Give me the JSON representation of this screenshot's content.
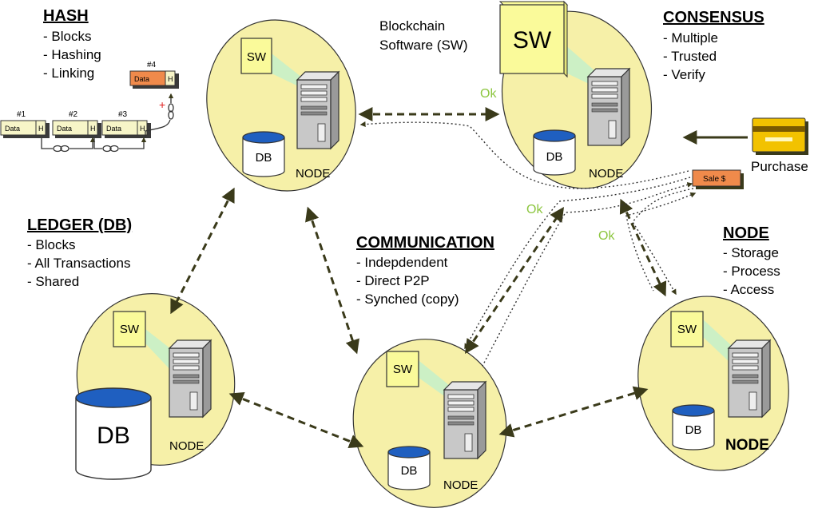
{
  "colors": {
    "node_fill": "#f6f0a8",
    "sw_fill": "#fafa9a",
    "db_top": "#1f5fc0",
    "ok_green": "#8cc63f",
    "data_orange": "#f08a4b",
    "block_fill": "#f7f5c8",
    "card_yellow": "#f2c200",
    "arrow": "#3a3a1a"
  },
  "icons": {
    "server": "server-tower-icon",
    "database": "database-cylinder-icon",
    "software": "software-box-icon",
    "card": "credit-card-icon",
    "link": "chain-link-icon"
  },
  "hash": {
    "title": "HASH",
    "items": [
      "- Blocks",
      "- Hashing",
      "- Linking"
    ],
    "blocks": [
      {
        "number": "#1",
        "data": "Data",
        "h": "H"
      },
      {
        "number": "#2",
        "data": "Data",
        "h": "H"
      },
      {
        "number": "#3",
        "data": "Data",
        "h": "H"
      },
      {
        "number": "#4",
        "data": "Data",
        "h": "H"
      }
    ],
    "plus": "+"
  },
  "software": {
    "caption_line1": "Blockchain",
    "caption_line2": "Software (SW)",
    "box_label": "SW"
  },
  "consensus": {
    "title": "CONSENSUS",
    "items": [
      "- Multiple",
      "- Trusted",
      "- Verify"
    ]
  },
  "ledger": {
    "title": "LEDGER (DB)",
    "items": [
      "- Blocks",
      "- All Transactions",
      "- Shared"
    ]
  },
  "communication": {
    "title": "COMMUNICATION",
    "items": [
      "- Indepdendent",
      "- Direct P2P",
      "- Synched (copy)"
    ]
  },
  "node_info": {
    "title": "NODE",
    "items": [
      "- Storage",
      "- Process",
      "- Access"
    ]
  },
  "purchase": {
    "label": "Purchase",
    "sale_tag": "Sale $"
  },
  "ok_labels": [
    "Ok",
    "Ok",
    "Ok"
  ],
  "nodes": [
    {
      "sw": "SW",
      "db": "DB",
      "label": "NODE"
    },
    {
      "sw": "",
      "db": "DB",
      "label": "NODE"
    },
    {
      "sw": "SW",
      "db": "DB",
      "label": "NODE"
    },
    {
      "sw": "SW",
      "db": "DB",
      "label": "NODE"
    },
    {
      "sw": "SW",
      "db": "DB",
      "label": "NODE"
    }
  ]
}
